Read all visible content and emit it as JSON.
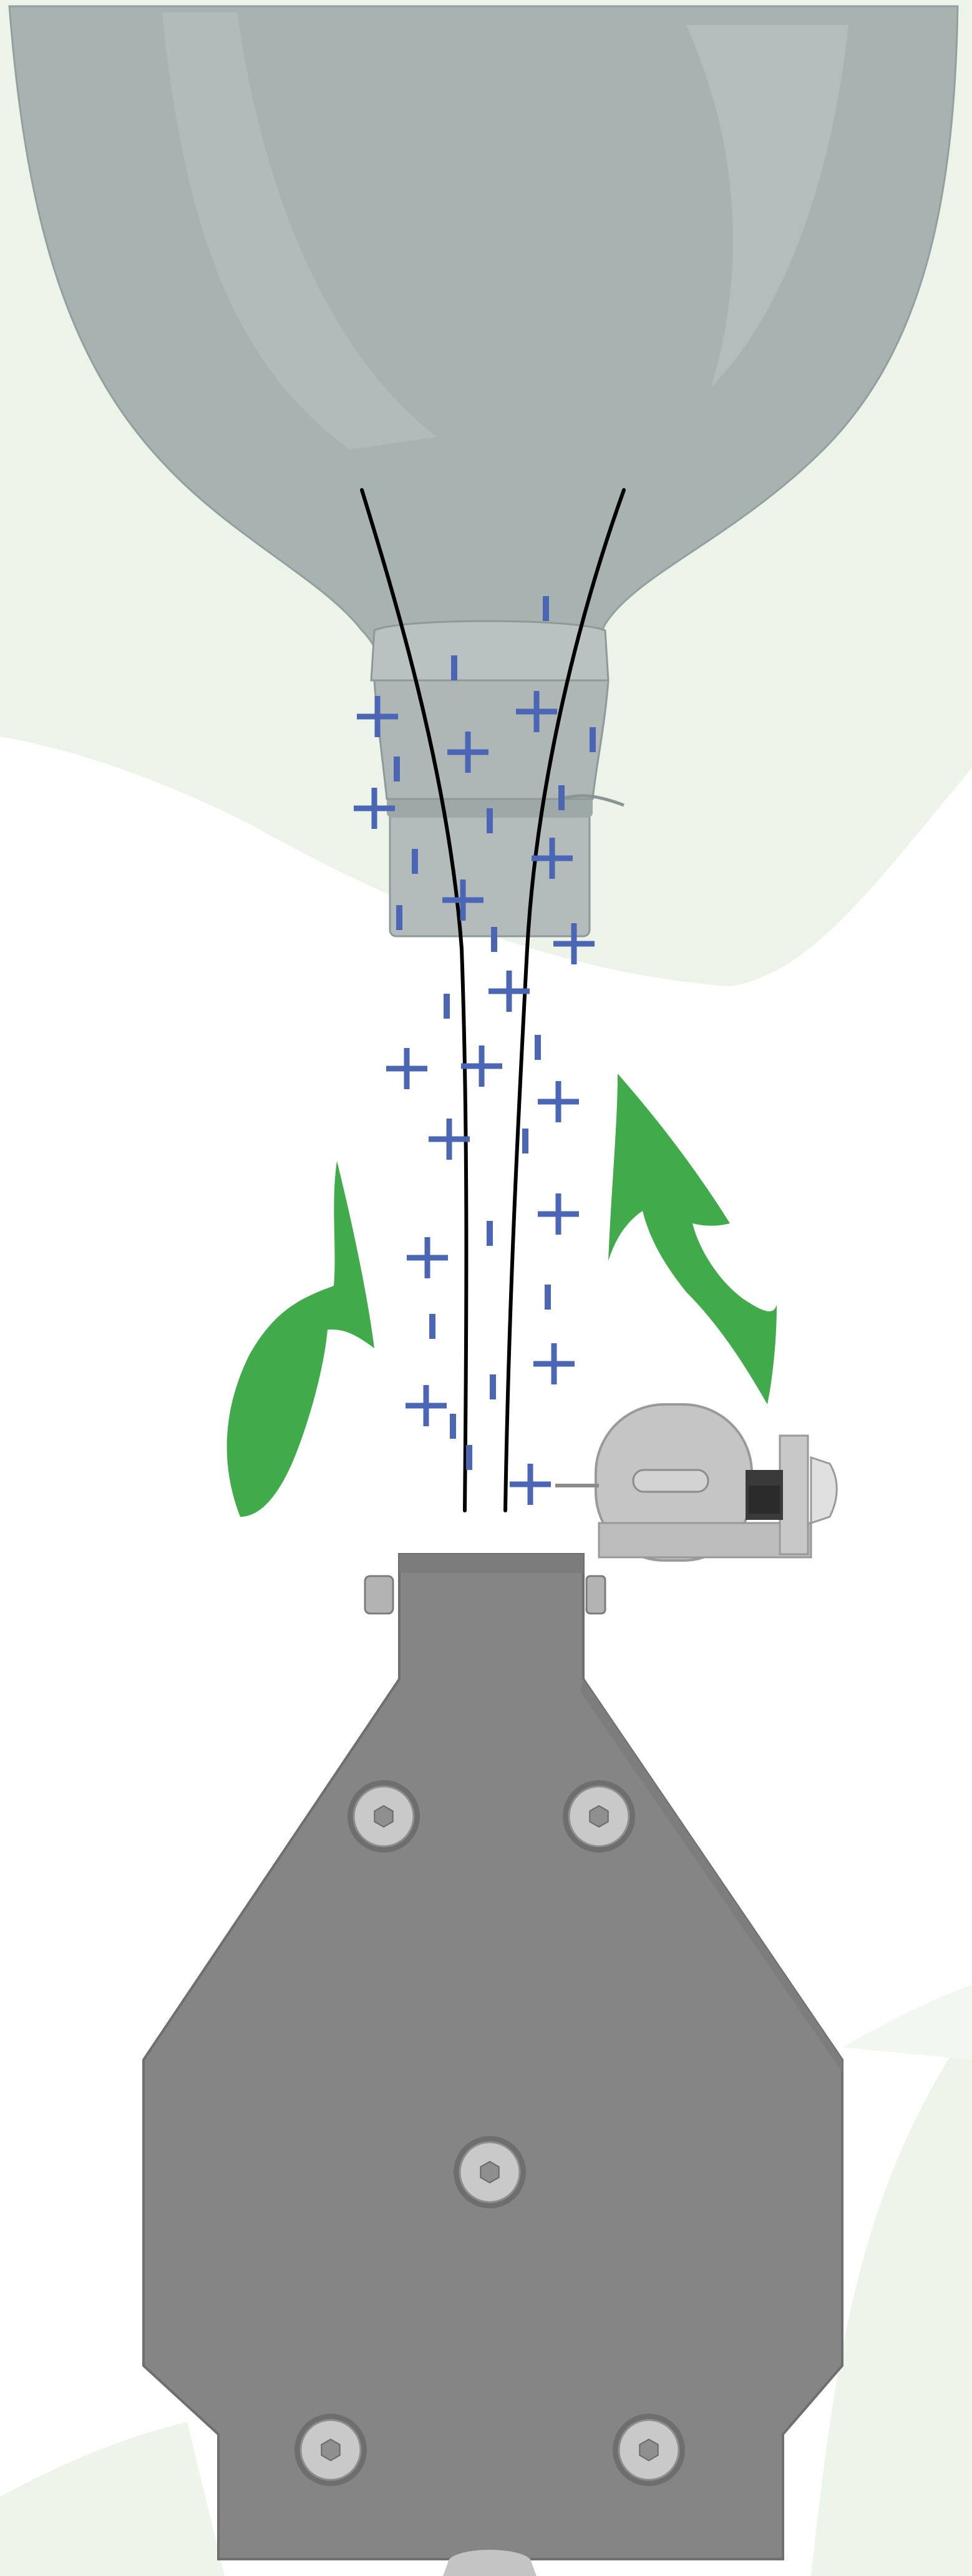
{
  "colors": {
    "background": "#ffffff",
    "background_tint": "#ecf4ea",
    "funnel": "#a8b2b0",
    "funnel_edge": "#8e9998",
    "charge": "#4b66b5",
    "arrow": "#41ab4b",
    "housing": "#858585",
    "housing_edge": "#6f6f6f",
    "stream_line": "#000000",
    "bolt": "#c9c9c9"
  },
  "icons": {
    "positive_charge": "plus-sign",
    "negative_charge": "minus-sign",
    "upward_arrow": "curved-arrow-up",
    "bolt": "hex-socket-bolt"
  }
}
